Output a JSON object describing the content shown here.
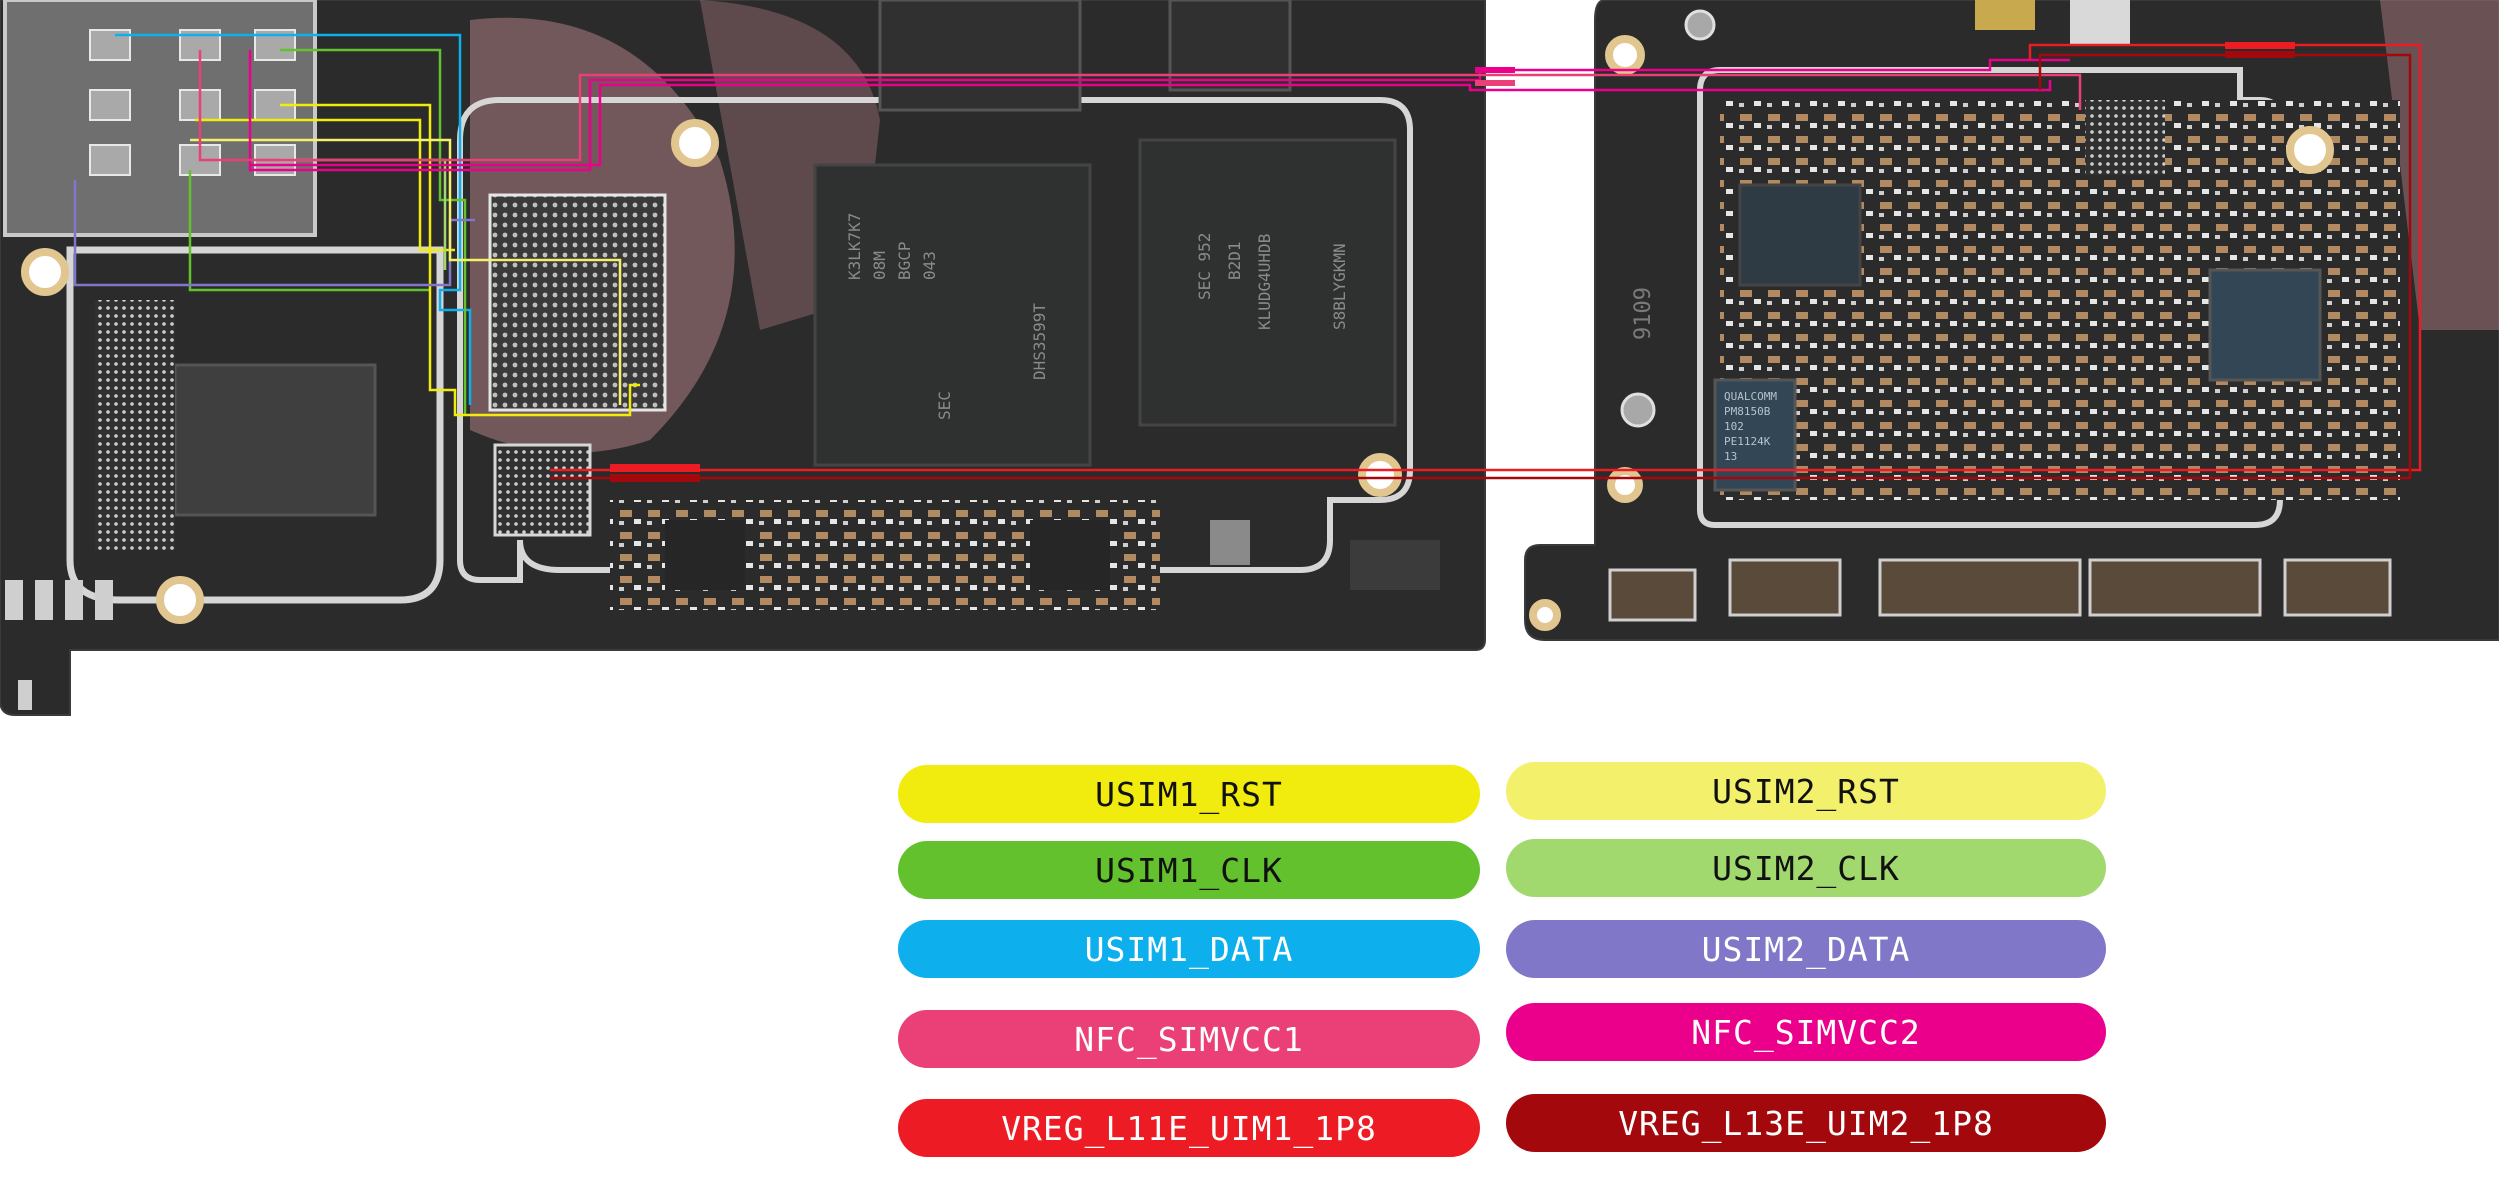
{
  "legend": {
    "usim1_rst": {
      "label": "USIM1_RST",
      "color": "#f2ec0e",
      "text_color": "#111111"
    },
    "usim1_clk": {
      "label": "USIM1_CLK",
      "color": "#63c12e",
      "text_color": "#111111"
    },
    "usim1_data": {
      "label": "USIM1_DATA",
      "color": "#0db0ec",
      "text_color": "#ffffff"
    },
    "nfc1": {
      "label": "NFC_SIMVCC1",
      "color": "#ea3f77",
      "text_color": "#ffffff"
    },
    "vreg1": {
      "label": "VREG_L11E_UIM1_1P8",
      "color": "#ed1b24",
      "text_color": "#ffffff"
    },
    "usim2_rst": {
      "label": "USIM2_RST",
      "color": "#f3f16b",
      "text_color": "#111111"
    },
    "usim2_clk": {
      "label": "USIM2_CLK",
      "color": "#a2d96f",
      "text_color": "#111111"
    },
    "usim2_data": {
      "label": "USIM2_DATA",
      "color": "#8177c9",
      "text_color": "#ffffff"
    },
    "nfc2": {
      "label": "NFC_SIMVCC2",
      "color": "#eb008b",
      "text_color": "#ffffff"
    },
    "vreg2": {
      "label": "VREG_L13E_UIM2_1P8",
      "color": "#a3080c",
      "text_color": "#ffffff"
    }
  },
  "board": {
    "pcb_color": "#2b2b2b",
    "watermark_color": "#f7a8b4",
    "chip_markings": {
      "ram": [
        "K3LK7K7",
        "08M",
        "BGCP",
        "043",
        "SEC",
        "DHS3599T"
      ],
      "storage": [
        "SEC 952",
        "B2D1",
        "KLUDG4UHDB",
        "S8BLYGKMN"
      ],
      "pmic": [
        "QUALCOMM",
        "PM8150B",
        "102",
        "PE1124K",
        "13"
      ],
      "side_text": "9109"
    }
  }
}
